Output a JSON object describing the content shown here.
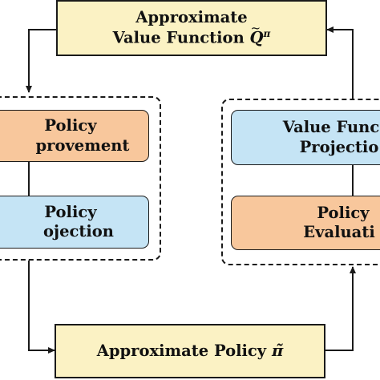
{
  "top_box": {
    "line1": "Approximate",
    "line2": "Value Function",
    "symbol": "Q",
    "symbol_sup": "π"
  },
  "bottom_box": {
    "label": "Approximate Policy",
    "symbol": "π̃"
  },
  "left_group": {
    "improvement": {
      "line1": "Policy",
      "line2": "provement"
    },
    "projection": {
      "line1": "Policy",
      "line2": "ojection"
    }
  },
  "right_group": {
    "projection": {
      "line1": "Value Func",
      "line2": "Projectio"
    },
    "evaluation": {
      "line1": "Policy",
      "line2": "Evaluati"
    }
  },
  "colors": {
    "rect_fill": "#fbf2c4",
    "orange_fill": "#f8c79c",
    "blue_fill": "#c5e4f5",
    "stroke": "#1a1a1a"
  }
}
